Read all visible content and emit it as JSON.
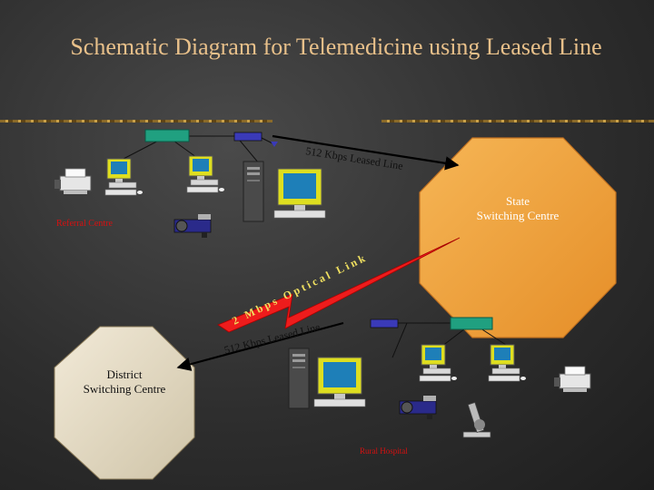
{
  "title": "Schematic Diagram for Telemedicine using Leased Line",
  "state_centre": "State\nSwitching Centre",
  "district_centre": "District\nSwitching Centre",
  "referral_centre": "Referral Centre",
  "rural_hospital": "Rural Hospital",
  "link_top": "512 Kbps Leased Line",
  "link_bottom": "512 Kbps Leased Line",
  "optical_link": "2 Mbps Optical Link",
  "colors": {
    "title": "#e8c08a",
    "octagon_fill": "#f2a640",
    "octagon_stroke": "#c07020",
    "red_label": "#d81010",
    "optical_text": "#f0e060",
    "bolt": "#ee1c1c",
    "hub": "#20a080",
    "router": "#3a3ab8",
    "monitor": "#dede20",
    "tower": "#4a4a4a"
  }
}
